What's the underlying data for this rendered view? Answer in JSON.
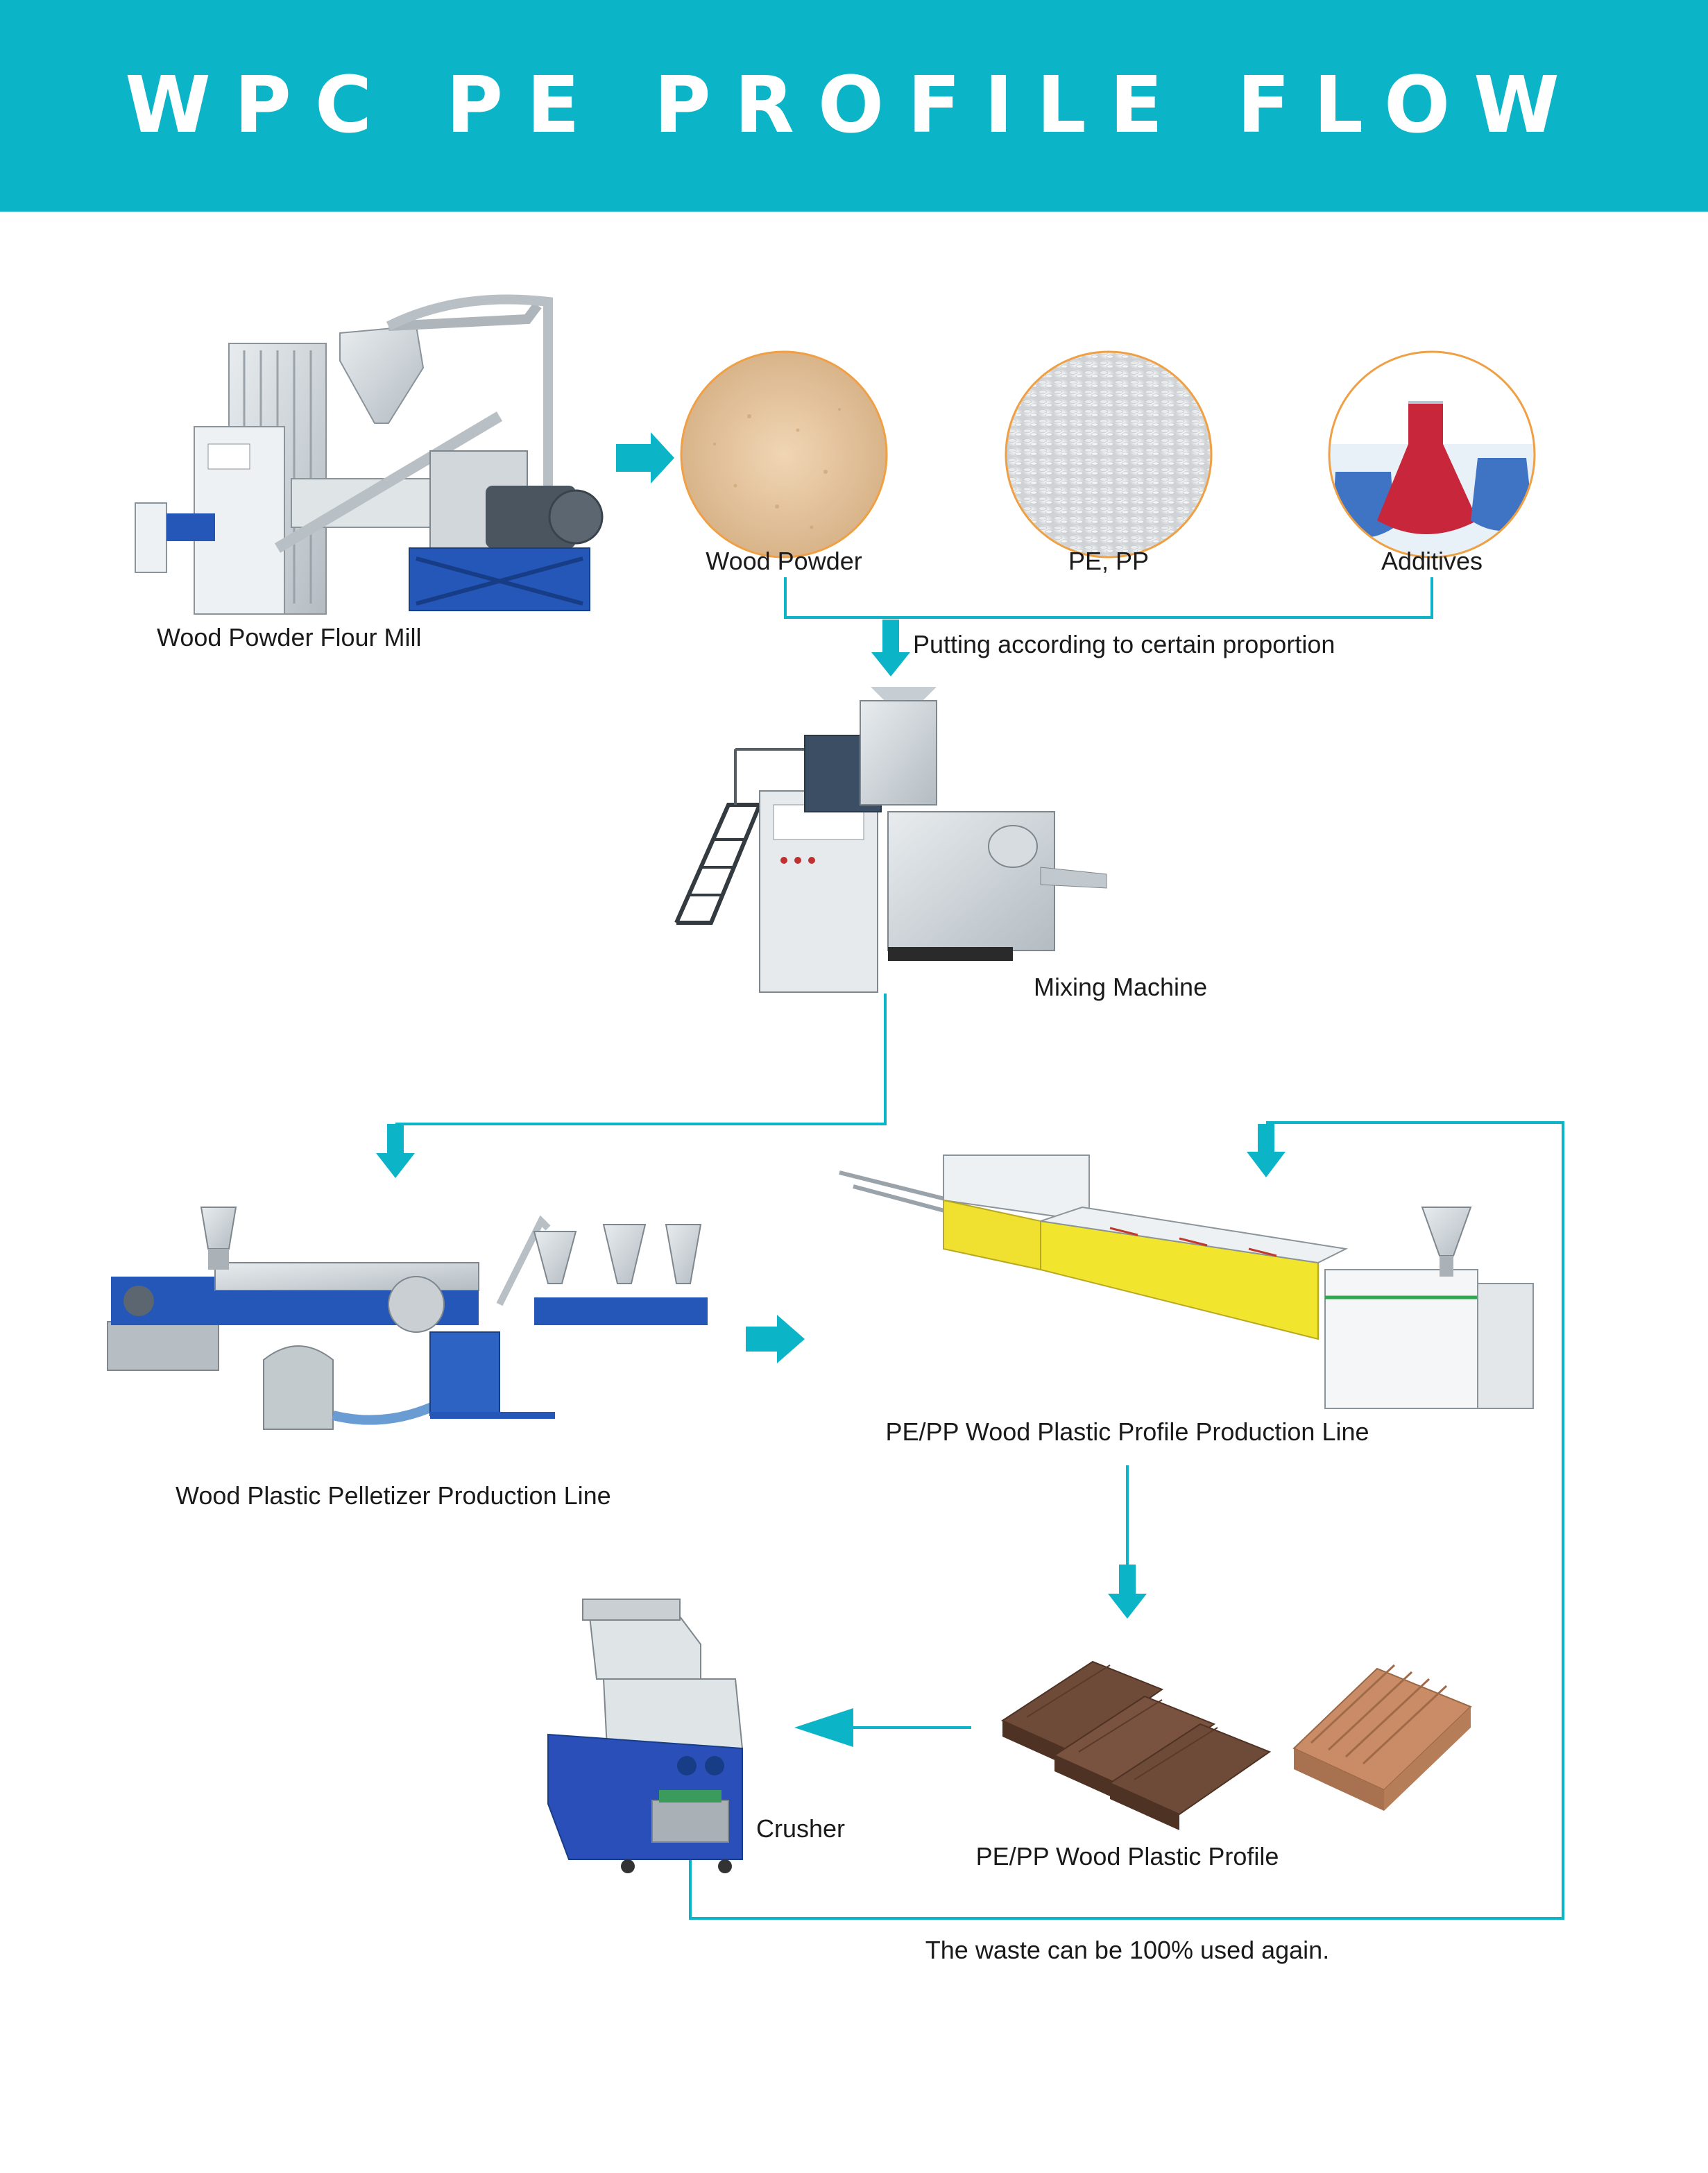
{
  "title": "WPC PE PROFILE FLOW CHART",
  "colors": {
    "accent": "#0bb4c7",
    "text": "#1a1a1a",
    "circle_border": "#f0a044"
  },
  "labels": {
    "flour_mill": "Wood Powder Flour Mill",
    "wood_powder": "Wood Powder",
    "pe_pp": "PE, PP",
    "additives": "Additives",
    "proportion": "Putting according to certain proportion",
    "mixing": "Mixing Machine",
    "pelletizer": "Wood Plastic Pelletizer Production Line",
    "profile_line": "PE/PP Wood Plastic Profile Production Line",
    "profile": "PE/PP Wood Plastic Profile",
    "crusher": "Crusher",
    "waste": "The waste can be 100% used again."
  }
}
